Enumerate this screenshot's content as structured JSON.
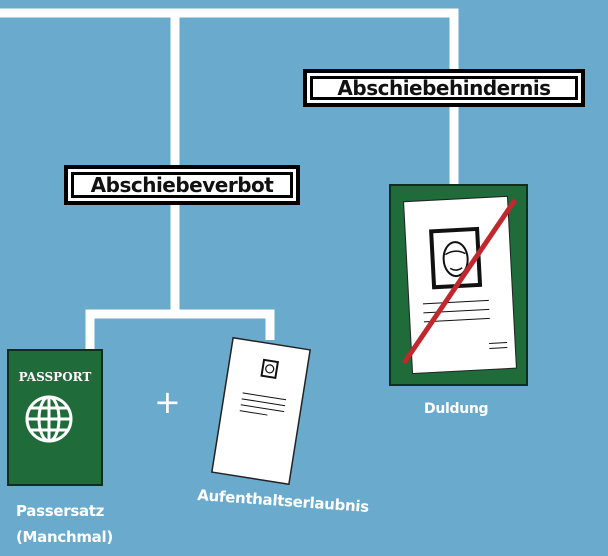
{
  "labels": {
    "deportation_obstacle": "Abschiebehindernis",
    "deportation_ban": "Abschiebeverbot"
  },
  "documents": {
    "passport_cover_text": "PASSPORT",
    "passport_caption_line1": "Passersatz",
    "passport_caption_line2": "(Manchmal)",
    "residence_permit_caption": "Aufenthaltserlaubnis",
    "toleration_caption": "Duldung",
    "plus_sign": "+"
  },
  "colors": {
    "background": "#6aabcd",
    "connector_lines": "#ffffff",
    "document_green": "#1f6b3a",
    "strike_red": "#c0282e"
  },
  "icons": {
    "passport": "passport-globe-icon",
    "permit": "residence-permit-document-icon",
    "toleration": "duldung-crossed-out-document-icon"
  }
}
